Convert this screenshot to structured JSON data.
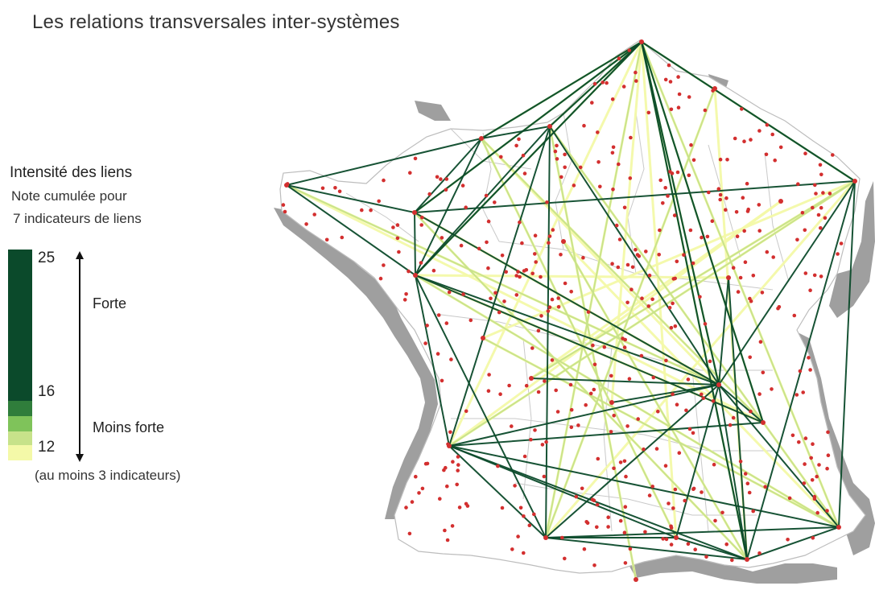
{
  "title": "Les relations transversales inter-systèmes",
  "legend": {
    "title": "Intensité des liens",
    "subtitle_line1": "Note cumulée pour",
    "subtitle_line2": "7 indicateurs de liens",
    "tick_max": "25",
    "tick_mid": "16",
    "tick_min": "12",
    "label_strong": "Forte",
    "label_weak": "Moins forte",
    "footnote": "(au moins 3 indicateurs)",
    "classes": [
      {
        "min": 16,
        "max": 25,
        "color": "#0b4a2b"
      },
      {
        "min": 15,
        "max": 16,
        "color": "#2f7d3b"
      },
      {
        "min": 14,
        "max": 15,
        "color": "#7fc35a"
      },
      {
        "min": 13,
        "max": 14,
        "color": "#c7e28a"
      },
      {
        "min": 12,
        "max": 13,
        "color": "#f4f9a8"
      }
    ]
  },
  "colors": {
    "land": "#ffffff",
    "border": "#bdbdbd",
    "relief": "#8e8e8e",
    "city": "#d32f2f",
    "strong_link": "#0b4a2b",
    "weak_link": "#e9f39a"
  }
}
